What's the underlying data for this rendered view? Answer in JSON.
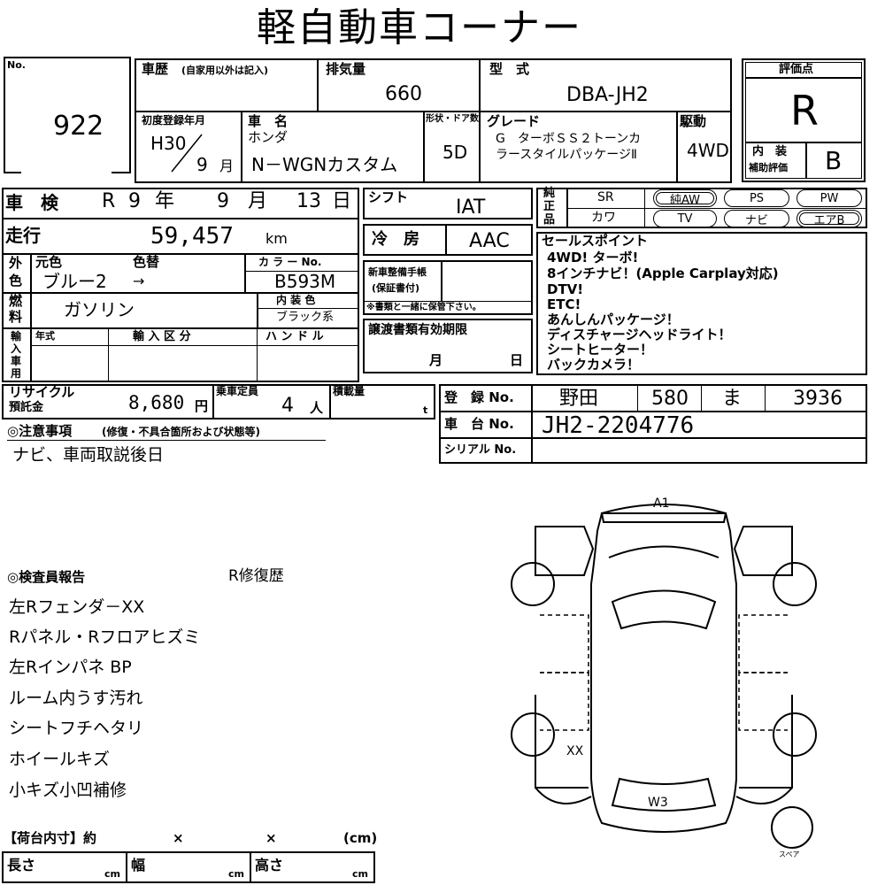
{
  "title": "軽自動車コーナー",
  "lot": {
    "label": "No.",
    "number": "922"
  },
  "history": {
    "label": "車歴",
    "note": "(自家用以外は記入)"
  },
  "displacement": {
    "label": "排気量",
    "value": "660"
  },
  "model": {
    "label": "型　式",
    "value": "DBA-JH2"
  },
  "rating": {
    "label": "評価点",
    "score": "R",
    "interior_label_1": "内　装",
    "interior_label_2": "補助評価",
    "interior_score": "B"
  },
  "first_reg": {
    "label": "初度登録年月",
    "year": "H30",
    "month": "9",
    "month_unit": "月"
  },
  "car_name": {
    "label": "車　名",
    "maker": "ホンダ",
    "name": "N－WGNカスタム"
  },
  "doors": {
    "label": "形状・ドア数",
    "value": "5D"
  },
  "grade": {
    "label": "グレード",
    "line1": "G　ターボＳＳ２トーンカ",
    "line2": "ラースタイルパッケージⅡ"
  },
  "drive": {
    "label": "駆動",
    "value": "4WD"
  },
  "inspection": {
    "label": "車　検",
    "era": "R",
    "year": "9",
    "year_unit": "年",
    "month": "9",
    "month_unit": "月",
    "day": "13",
    "day_unit": "日"
  },
  "shift": {
    "label": "シフト",
    "value": "IAT"
  },
  "options": {
    "label1": "純",
    "label2": "正",
    "label3": "品",
    "sr": "SR",
    "leather": "カワ",
    "items": [
      "純AW",
      "PS",
      "PW",
      "TV",
      "ナビ",
      "エアB"
    ]
  },
  "mileage": {
    "label": "走行",
    "value": "59,457",
    "unit": "km"
  },
  "aircon": {
    "label": "冷　房",
    "value": "AAC"
  },
  "sales_points": {
    "label": "セールスポイント",
    "lines": [
      "4WD! ターボ!",
      "8インチナビ！(Apple Carplay対応)",
      "DTV!",
      "ETC!",
      "あんしんパッケージ！",
      "ディスチャージヘッドライト！",
      "シートヒーター！",
      "バックカメラ！"
    ]
  },
  "color": {
    "label1": "外",
    "label2": "色",
    "orig_label": "元色",
    "change_label": "色替",
    "orig_value": "ブルー2",
    "arrow": "→",
    "code_label": "カ ラ ー No.",
    "code_value": "B593M"
  },
  "service_book": {
    "label1": "新車整備手帳",
    "label2": "(保証書付)"
  },
  "service_note": "※書類と一緒に保管下さい。",
  "fuel": {
    "label1": "燃",
    "label2": "料",
    "value": "ガソリン"
  },
  "interior_color": {
    "label": "内 装 色",
    "value": "ブラック系"
  },
  "import": {
    "label1": "輸",
    "label2": "入",
    "label3": "車",
    "label4": "用",
    "year_label": "年式",
    "category_label": "輸 入 区 分",
    "handle_label": "ハ ン ド ル"
  },
  "transfer": {
    "label": "譲渡書類有効期限",
    "month_unit": "月",
    "day_unit": "日"
  },
  "recycle": {
    "label1": "リサイクル",
    "label2": "預託金",
    "value": "8,680",
    "unit": "円"
  },
  "capacity": {
    "label": "乗車定員",
    "value": "4",
    "unit": "人"
  },
  "load": {
    "label": "積載量",
    "unit": "t"
  },
  "registration": {
    "label": "登　録 No.",
    "area": "野田",
    "class": "580",
    "kana": "ま",
    "number": "3936"
  },
  "chassis": {
    "label": "車　台 No.",
    "value": "JH2-2204776"
  },
  "serial": {
    "label": "シリアル No."
  },
  "notes": {
    "label": "◎注意事項",
    "sub": "(修復・不具合箇所および状態等)",
    "text": "ナビ、車両取説後日"
  },
  "inspector": {
    "label": "◎検査員報告",
    "repair_label": "R修復歴",
    "lines": [
      "左Rフェンダ－XX",
      "Rパネル・Rフロアヒズミ",
      "左Rインパネ BP",
      "ルーム内うす汚れ",
      "シートフチヘタリ",
      "ホイールキズ",
      "小キズ小凹補修"
    ]
  },
  "diagram": {
    "a1": "A1",
    "xx": "XX",
    "w3": "W3",
    "spare": "スペア"
  },
  "cargo": {
    "label": "【荷台内寸】約",
    "x1": "×",
    "x2": "×",
    "unit": "(cm)",
    "length": "長さ",
    "width": "幅",
    "height": "高さ",
    "cm": "cm"
  }
}
